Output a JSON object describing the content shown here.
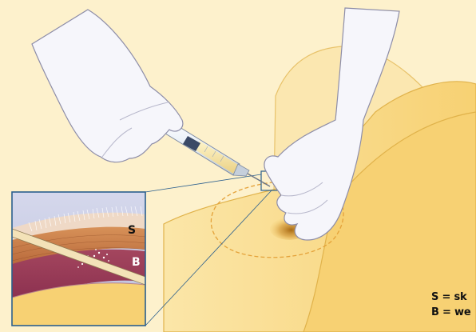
{
  "labels": {
    "layer_s": "S",
    "layer_b": "B"
  },
  "legend": {
    "line_1": "S = sk",
    "line_2": "B = we"
  },
  "colors": {
    "background": "#fdf1cc",
    "skin": "#f9dd8a",
    "skin_outline": "#e0b24a",
    "glove": "#f6f6fb",
    "glove_outline": "#8d8da8",
    "inset_border": "#2b5f8e",
    "injection_area_outline": "#e4a23a"
  },
  "icons": {
    "inset": "magnified-skin-cross-section-icon"
  }
}
